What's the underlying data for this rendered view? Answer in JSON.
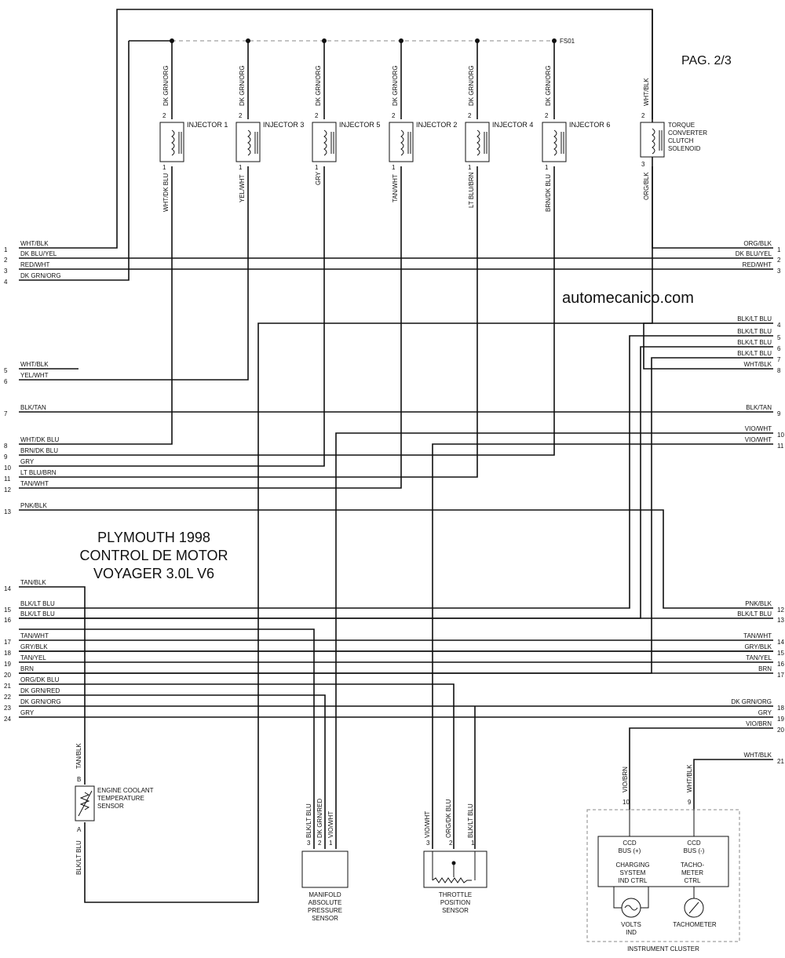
{
  "page_label": "PAG. 2/3",
  "watermark": "automecanico.com",
  "title_lines": [
    "PLYMOUTH 1998",
    "CONTROL DE MOTOR",
    "VOYAGER 3.0L V6"
  ],
  "splice_label": "FS01",
  "injectors": [
    {
      "name": "INJECTOR 1",
      "top_wire": "DK GRN/ORG",
      "bottom_wire": "WHT/DK BLU",
      "pin_top": "2",
      "pin_bottom": "1"
    },
    {
      "name": "INJECTOR 3",
      "top_wire": "DK GRN/ORG",
      "bottom_wire": "YEL/WHT",
      "pin_top": "2",
      "pin_bottom": "1"
    },
    {
      "name": "INJECTOR 5",
      "top_wire": "DK GRN/ORG",
      "bottom_wire": "GRY",
      "pin_top": "2",
      "pin_bottom": "1"
    },
    {
      "name": "INJECTOR 2",
      "top_wire": "DK GRN/ORG",
      "bottom_wire": "TAN/WHT",
      "pin_top": "2",
      "pin_bottom": "1"
    },
    {
      "name": "INJECTOR 4",
      "top_wire": "DK GRN/ORG",
      "bottom_wire": "LT BLU/BRN",
      "pin_top": "2",
      "pin_bottom": "1"
    },
    {
      "name": "INJECTOR 6",
      "top_wire": "DK GRN/ORG",
      "bottom_wire": "BRN/DK BLU",
      "pin_top": "2",
      "pin_bottom": "1"
    }
  ],
  "tcc": {
    "lines": [
      "TORQUE",
      "CONVERTER",
      "CLUTCH",
      "SOLENOID"
    ],
    "top_wire": "WHT/BLK",
    "bottom_wire": "ORG/BLK",
    "pin_top": "2",
    "pin_bottom": "3"
  },
  "left_pins": [
    {
      "num": "1",
      "label": "WHT/BLK"
    },
    {
      "num": "2",
      "label": "DK BLU/YEL"
    },
    {
      "num": "3",
      "label": "RED/WHT"
    },
    {
      "num": "4",
      "label": "DK GRN/ORG"
    },
    {
      "num": "5",
      "label": "WHT/BLK"
    },
    {
      "num": "6",
      "label": "YEL/WHT"
    },
    {
      "num": "7",
      "label": "BLK/TAN"
    },
    {
      "num": "8",
      "label": "WHT/DK BLU"
    },
    {
      "num": "9",
      "label": "BRN/DK BLU"
    },
    {
      "num": "10",
      "label": "GRY"
    },
    {
      "num": "11",
      "label": "LT BLU/BRN"
    },
    {
      "num": "12",
      "label": "TAN/WHT"
    },
    {
      "num": "13",
      "label": "PNK/BLK"
    },
    {
      "num": "14",
      "label": "TAN/BLK"
    },
    {
      "num": "15",
      "label": "BLK/LT BLU"
    },
    {
      "num": "16",
      "label": "BLK/LT BLU"
    },
    {
      "num": "17",
      "label": "TAN/WHT"
    },
    {
      "num": "18",
      "label": "GRY/BLK"
    },
    {
      "num": "19",
      "label": "TAN/YEL"
    },
    {
      "num": "20",
      "label": "BRN"
    },
    {
      "num": "21",
      "label": "ORG/DK BLU"
    },
    {
      "num": "22",
      "label": "DK GRN/RED"
    },
    {
      "num": "23",
      "label": "DK GRN/ORG"
    },
    {
      "num": "24",
      "label": "GRY"
    }
  ],
  "right_pins": [
    {
      "num": "1",
      "label": "ORG/BLK"
    },
    {
      "num": "2",
      "label": "DK BLU/YEL"
    },
    {
      "num": "3",
      "label": "RED/WHT"
    },
    {
      "num": "4",
      "label": "BLK/LT BLU"
    },
    {
      "num": "5",
      "label": "BLK/LT BLU"
    },
    {
      "num": "6",
      "label": "BLK/LT BLU"
    },
    {
      "num": "7",
      "label": "BLK/LT BLU"
    },
    {
      "num": "8",
      "label": "WHT/BLK"
    },
    {
      "num": "9",
      "label": "BLK/TAN"
    },
    {
      "num": "10",
      "label": "VIO/WHT"
    },
    {
      "num": "11",
      "label": "VIO/WHT"
    },
    {
      "num": "12",
      "label": "PNK/BLK"
    },
    {
      "num": "13",
      "label": "BLK/LT BLU"
    },
    {
      "num": "14",
      "label": "TAN/WHT"
    },
    {
      "num": "15",
      "label": "GRY/BLK"
    },
    {
      "num": "16",
      "label": "TAN/YEL"
    },
    {
      "num": "17",
      "label": "BRN"
    },
    {
      "num": "18",
      "label": "DK GRN/ORG"
    },
    {
      "num": "19",
      "label": "GRY"
    },
    {
      "num": "20",
      "label": "VIO/BRN"
    },
    {
      "num": "21",
      "label": "WHT/BLK"
    }
  ],
  "ect": {
    "lines": [
      "ENGINE COOLANT",
      "TEMPERATURE",
      "SENSOR"
    ],
    "top_wire": "TAN/BLK",
    "bottom_wire": "BLK/LT BLU",
    "pin_top": "B",
    "pin_bottom": "A"
  },
  "map": {
    "lines": [
      "MANIFOLD",
      "ABSOLUTE",
      "PRESSURE",
      "SENSOR"
    ],
    "wires": [
      "BLK/LT BLU",
      "DK GRN/RED",
      "VIO/WHT"
    ],
    "pins": [
      "3",
      "2",
      "1"
    ]
  },
  "tps": {
    "lines": [
      "THROTTLE",
      "POSITION",
      "SENSOR"
    ],
    "wires": [
      "VIO/WHT",
      "ORG/DK BLU",
      "BLK/LT BLU"
    ],
    "pins": [
      "3",
      "2",
      "1"
    ]
  },
  "cluster": {
    "label": "INSTRUMENT CLUSTER",
    "wire_left": "VIO/BRN",
    "wire_right": "WHT/BLK",
    "pin_left": "10",
    "pin_right": "9",
    "ccd_plus": [
      "CCD",
      "BUS (+)"
    ],
    "ccd_minus": [
      "CCD",
      "BUS (-)"
    ],
    "charging": [
      "CHARGING",
      "SYSTEM",
      "IND CTRL"
    ],
    "tacho_ctrl": [
      "TACHO-",
      "METER",
      "CTRL"
    ],
    "volts": [
      "VOLTS",
      "IND"
    ],
    "tachometer": "TACHOMETER"
  }
}
